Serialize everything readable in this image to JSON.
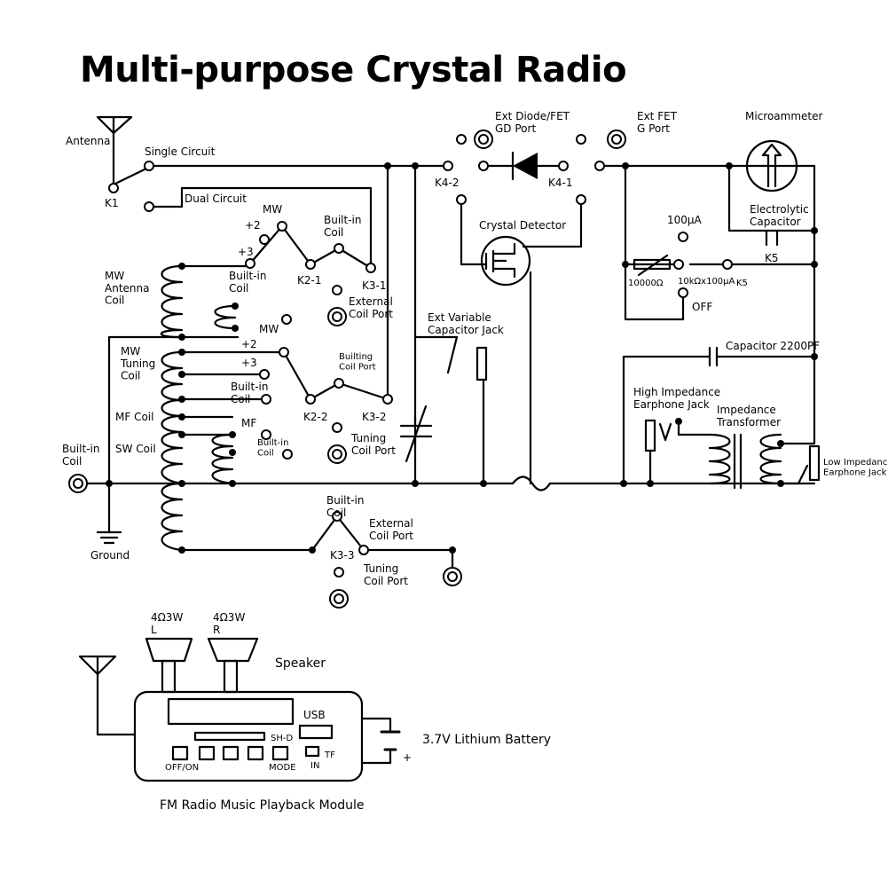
{
  "title": "Multi-purpose Crystal Radio",
  "labels": {
    "antenna": "Antenna",
    "k1": "K1",
    "single_circuit": "Single Circuit",
    "dual_circuit": "Dual Circuit",
    "ground": "Ground",
    "builtin_coil_left": "Built-in\nCoil",
    "mw_antenna_coil": "MW\nAntenna\nCoil",
    "mw_tuning_coil": "MW\nTuning\nCoil",
    "mf_coil": "MF Coil",
    "sw_coil": "SW Coil",
    "mw": "MW",
    "plus2": "+2",
    "plus3": "+3",
    "builtin_coil": "Built-in\nCoil",
    "k2_1": "K2-1",
    "k3_1": "K3-1",
    "k2_2": "K2-2",
    "k3_2": "K3-2",
    "k3_3": "K3-3",
    "external_coil_port": "External\nCoil Port",
    "builting_coil_port": "Builting\nCoil Port",
    "tuning_coil_port": "Tuning\nCoil Port",
    "mf": "MF",
    "k4_2": "K4-2",
    "k4_1": "K4-1",
    "ext_diode": "Ext Diode/FET\nGD Port",
    "ext_fet": "Ext FET\nG Port",
    "crystal_detector": "Crystal Detector",
    "ext_variable_cap": "Ext Variable\nCapacitor Jack",
    "microammeter": "Microammeter",
    "electrolytic_capacitor": "Electrolytic\nCapacitor",
    "k5": "K5",
    "ua100": "100μA",
    "r10000": "10000Ω",
    "r10k": "10kΩx100μA",
    "off": "OFF",
    "capacitor_2200": "Capacitor 2200PF",
    "high_imp_jack": "High Impedance\nEarphone Jack",
    "impedance_transformer": "Impedance\nTransformer",
    "low_imp_jack": "Low Impedance\nEarphone Jack",
    "speaker": "Speaker",
    "speaker_l": "4Ω3W\nL",
    "speaker_r": "4Ω3W\nR",
    "usb": "USB",
    "sh_d": "SH-D",
    "tf": "TF",
    "in": "IN",
    "btn_onoff": "OFF/ON",
    "btn_mode": "MODE",
    "battery": "3.7V Lithium Battery",
    "fm_module": "FM Radio Music Playback Module"
  },
  "icons": {
    "antenna": "antenna-icon",
    "ground": "ground-icon",
    "diode": "diode-icon",
    "meter": "microammeter-icon",
    "speaker": "speaker-icon",
    "battery": "battery-icon"
  },
  "colors": {
    "line": "#000000",
    "background": "#ffffff"
  }
}
